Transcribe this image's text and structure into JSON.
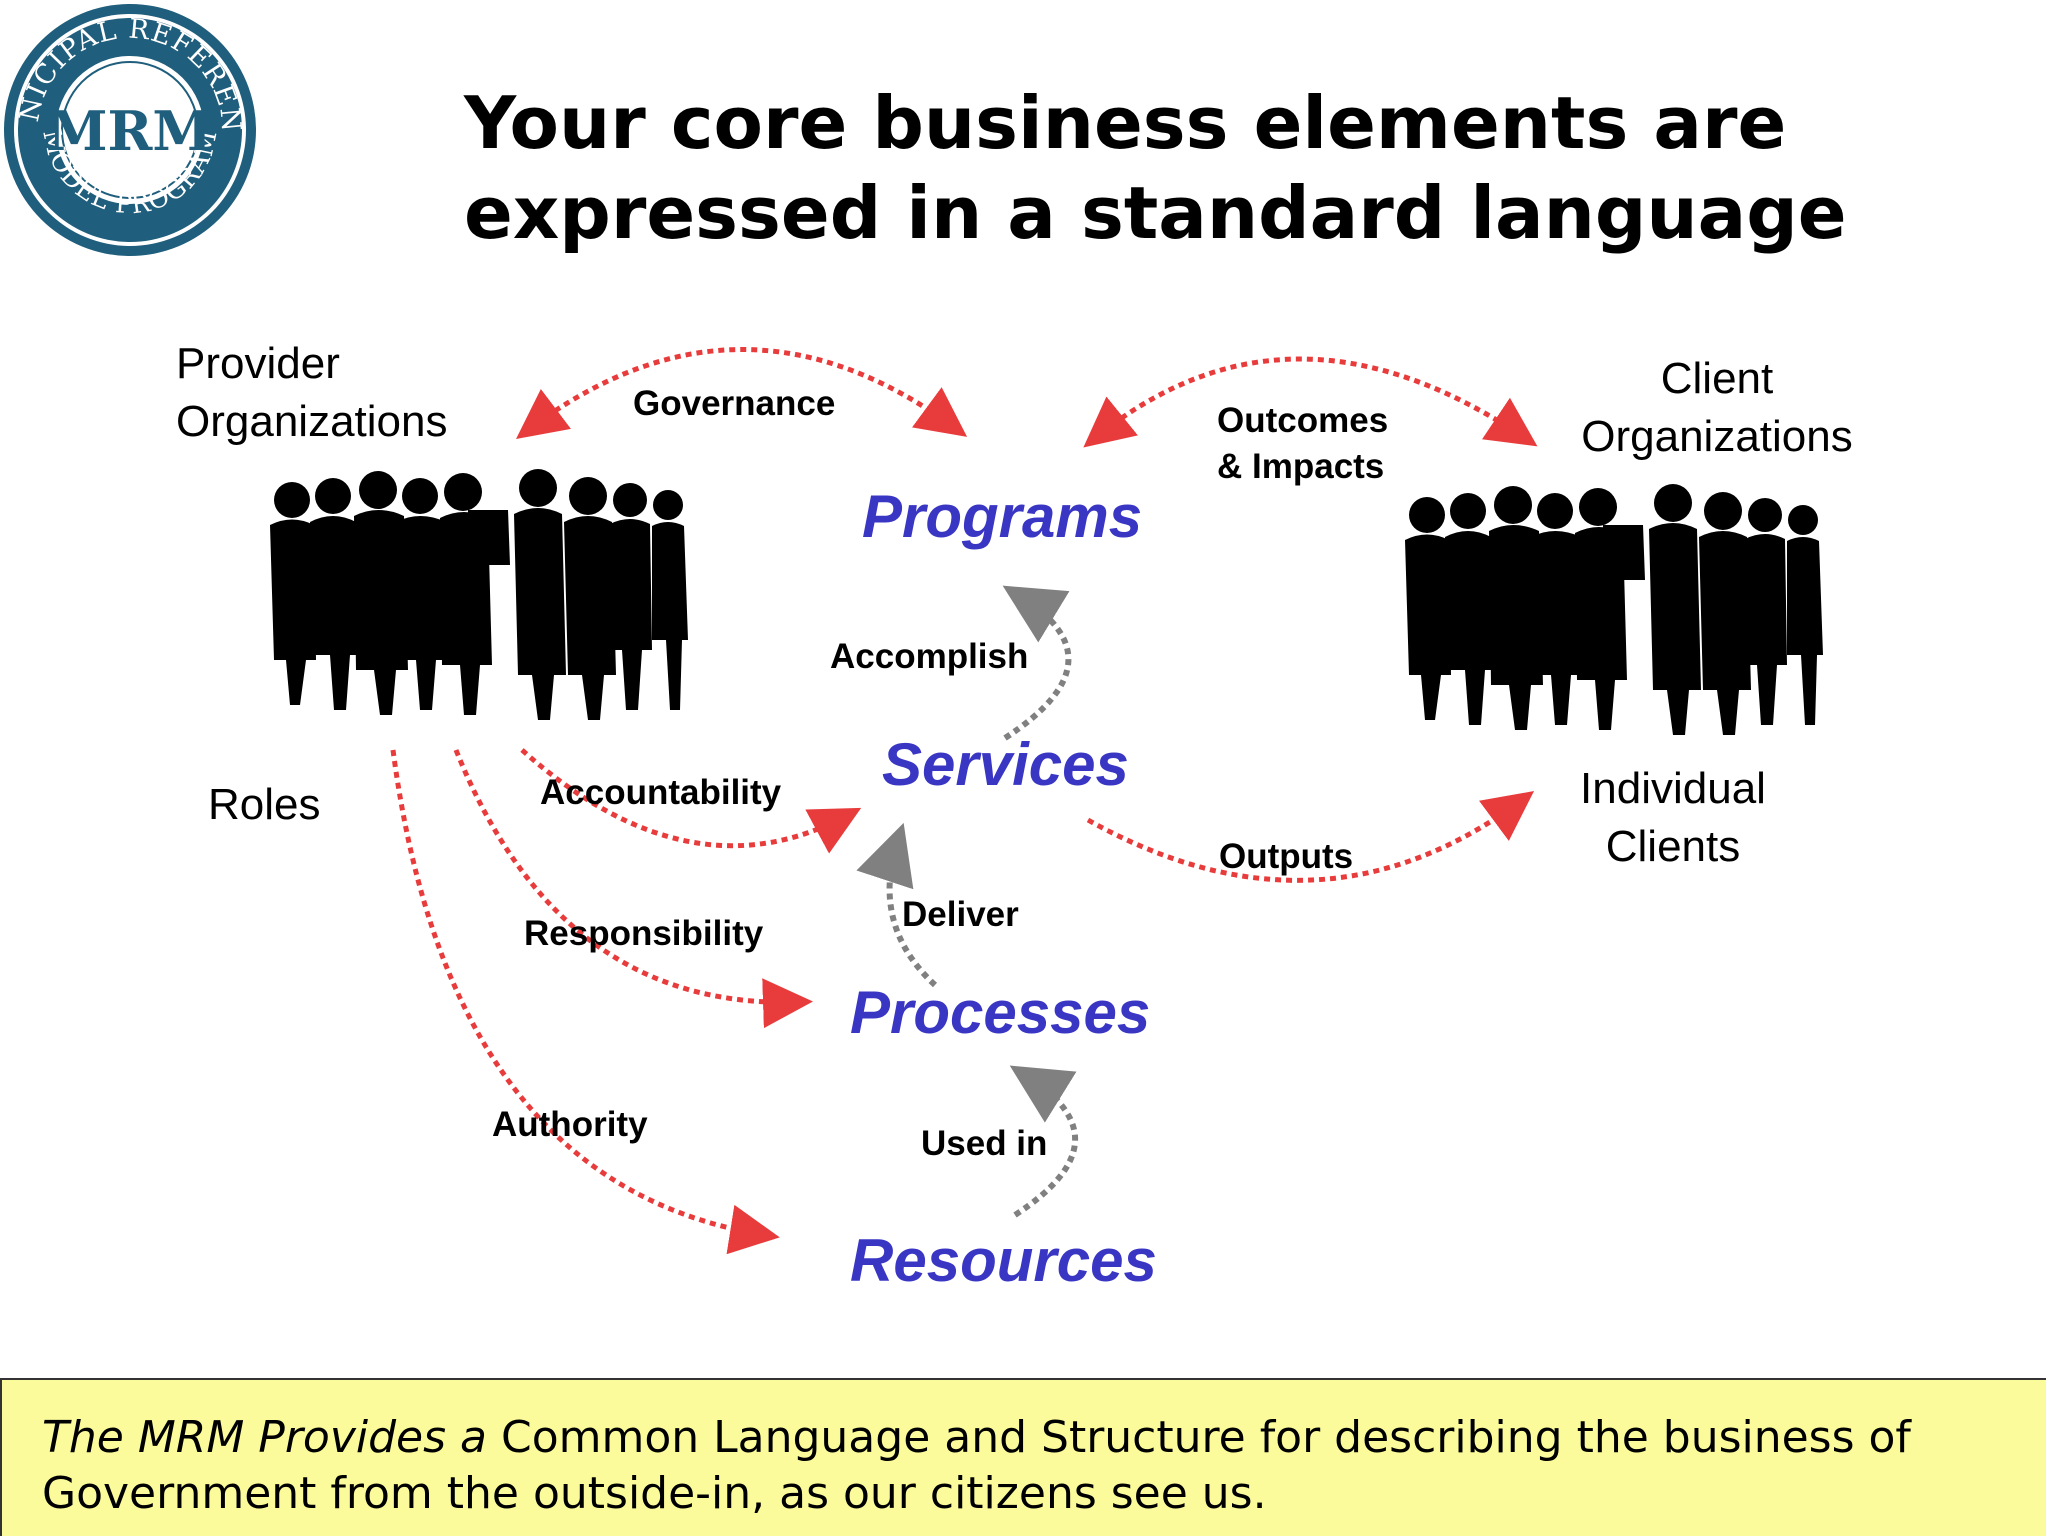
{
  "logo": {
    "ring_text_top": "MUNICIPAL REFERENCE",
    "ring_text_bottom": "MODEL PROGRAM",
    "center_text": "MRM"
  },
  "title": {
    "line1": "Your core business elements are",
    "line2": "expressed in a standard language"
  },
  "groups": {
    "provider": {
      "line1": "Provider",
      "line2": "Organizations"
    },
    "roles": "Roles",
    "client": {
      "line1": "Client",
      "line2": "Organizations"
    },
    "individual": {
      "line1": "Individual",
      "line2": "Clients"
    }
  },
  "core_elements": {
    "programs": "Programs",
    "services": "Services",
    "processes": "Processes",
    "resources": "Resources"
  },
  "relationships": {
    "governance": "Governance",
    "outcomes_line1": "Outcomes",
    "outcomes_line2": "& Impacts",
    "accomplish": "Accomplish",
    "accountability": "Accountability",
    "outputs": "Outputs",
    "deliver": "Deliver",
    "responsibility": "Responsibility",
    "authority": "Authority",
    "used_in": "Used in"
  },
  "footer": {
    "italic_lead": "The MRM Provides a",
    "line1_rest": " Common Language and Structure for describing the business of",
    "line2": "Government from the outside-in, as our citizens see us."
  },
  "colors": {
    "core_text": "#3a36c4",
    "red_arrow": "#e83c3c",
    "gray_arrow": "#808080",
    "footer_bg": "#fbfb9c",
    "logo_blue": "#1f5e7c"
  }
}
